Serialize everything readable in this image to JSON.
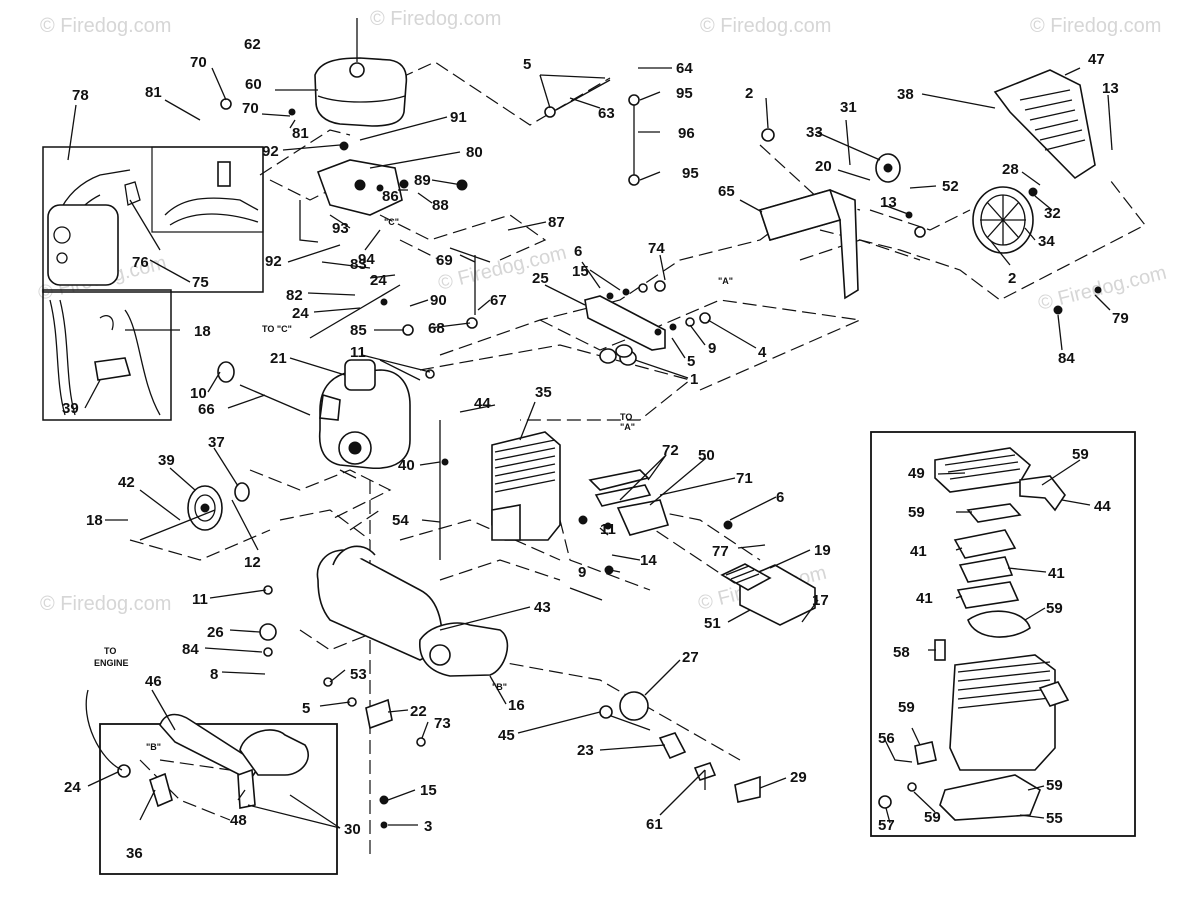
{
  "watermarks": [
    "© Firedog.com",
    "© Firedog.com",
    "© Firedog.com",
    "© Firedog.com",
    "© Firedog.com",
    "© Firedog.com",
    "© Firedog.com",
    "© Firedog.com",
    "© Firedog.com"
  ],
  "notes": {
    "to_c": "TO \"C\"",
    "c": "\"C\"",
    "a": "\"A\"",
    "to_a_1": "TO",
    "to_a_2": "\"A\"",
    "b": "\"B\"",
    "to_b": "\"B\"",
    "to_engine_1": "TO",
    "to_engine_2": "ENGINE"
  },
  "callouts": [
    "62",
    "70",
    "81",
    "60",
    "70",
    "81",
    "5",
    "64",
    "63",
    "95",
    "96",
    "95",
    "78",
    "92",
    "91",
    "80",
    "89",
    "86",
    "88",
    "93",
    "92",
    "94",
    "87",
    "83",
    "24",
    "69",
    "82",
    "90",
    "24",
    "85",
    "68",
    "67",
    "21",
    "11",
    "10",
    "66",
    "6",
    "74",
    "15",
    "25",
    "2",
    "33",
    "31",
    "20",
    "52",
    "13",
    "28",
    "32",
    "34",
    "38",
    "47",
    "13",
    "65",
    "2",
    "79",
    "84",
    "4",
    "9",
    "5",
    "1",
    "44",
    "35",
    "76",
    "75",
    "18",
    "39",
    "37",
    "39",
    "42",
    "18",
    "12",
    "40",
    "54",
    "11",
    "9",
    "14",
    "72",
    "50",
    "71",
    "6",
    "77",
    "19",
    "17",
    "51",
    "11",
    "26",
    "84",
    "8",
    "53",
    "5",
    "22",
    "73",
    "43",
    "16",
    "46",
    "24",
    "48",
    "36",
    "30",
    "15",
    "3",
    "45",
    "23",
    "27",
    "61",
    "29",
    "49",
    "59",
    "44",
    "59",
    "41",
    "41",
    "41",
    "59",
    "58",
    "59",
    "56",
    "57",
    "59",
    "59",
    "55"
  ]
}
